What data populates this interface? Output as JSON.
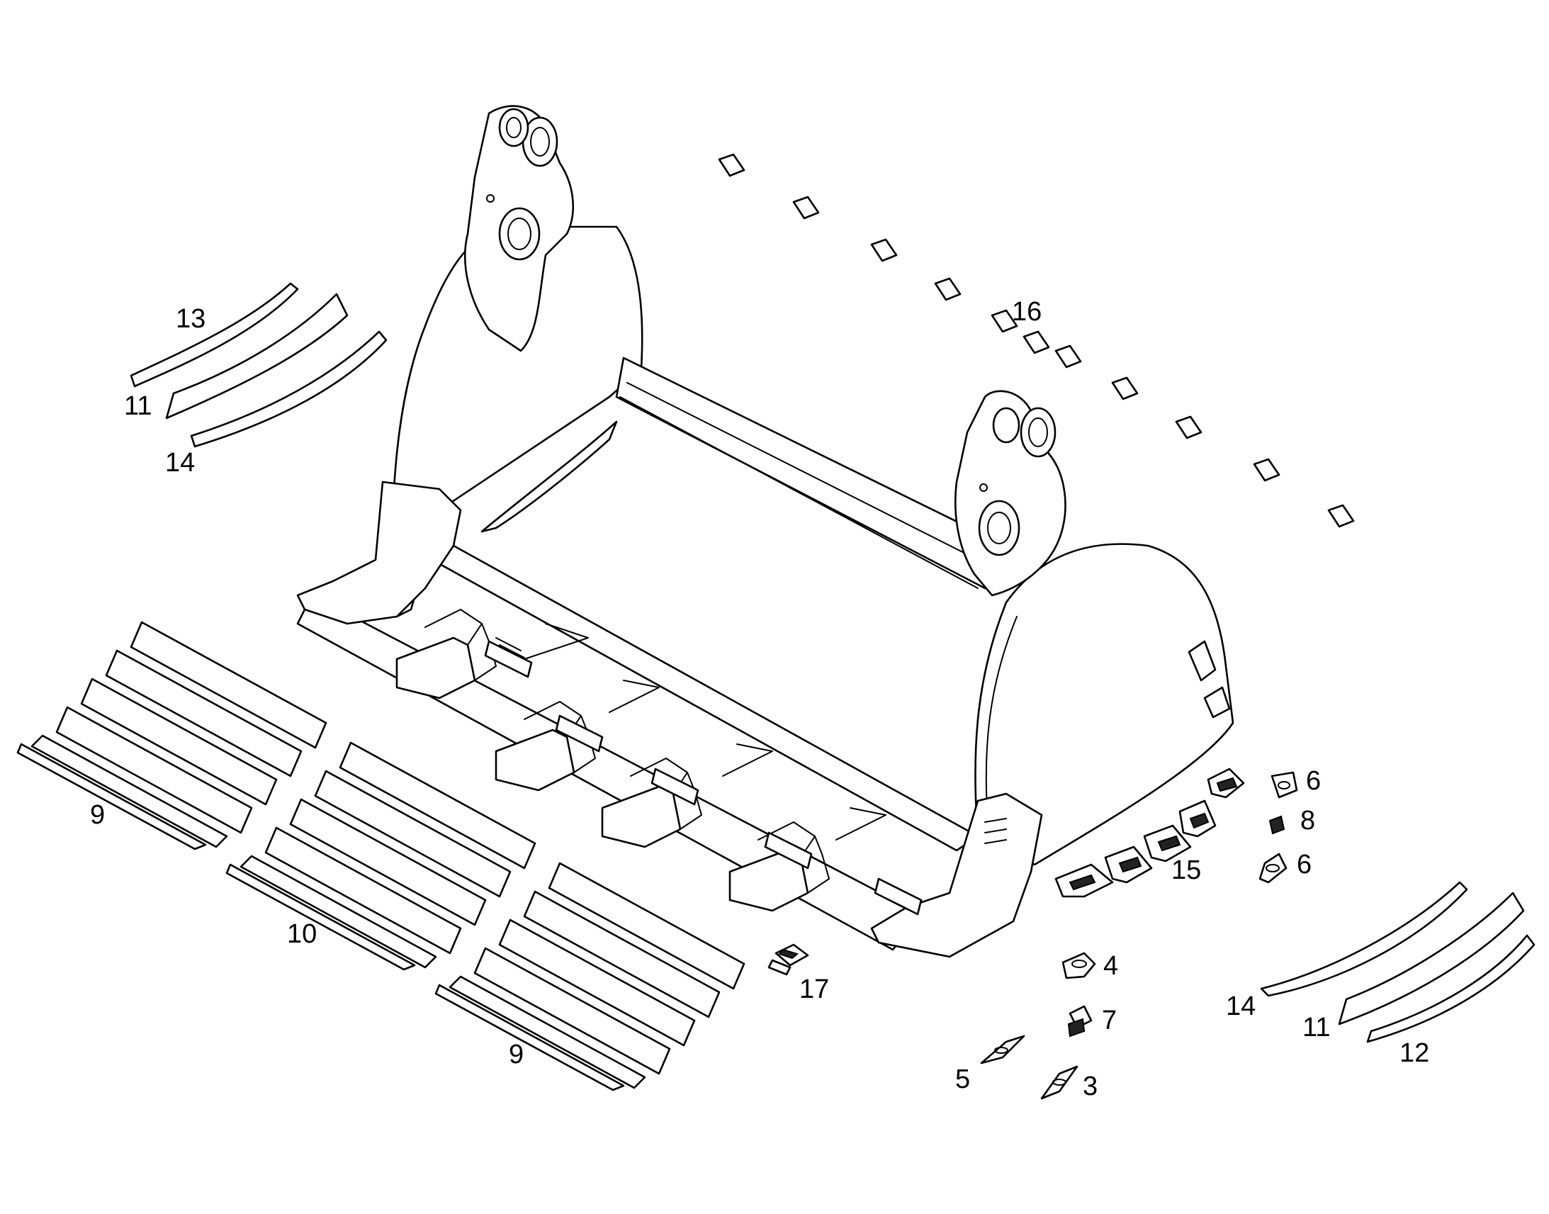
{
  "labels": {
    "l13": "13",
    "l11a": "11",
    "l14a": "14",
    "l16": "16",
    "l9a": "9",
    "l10": "10",
    "l9b": "9",
    "l17": "17",
    "l6a": "6",
    "l8": "8",
    "l6b": "6",
    "l15": "15",
    "l4": "4",
    "l7": "7",
    "l5": "5",
    "l3": "3",
    "l14b": "14",
    "l11b": "11",
    "l12": "12"
  }
}
